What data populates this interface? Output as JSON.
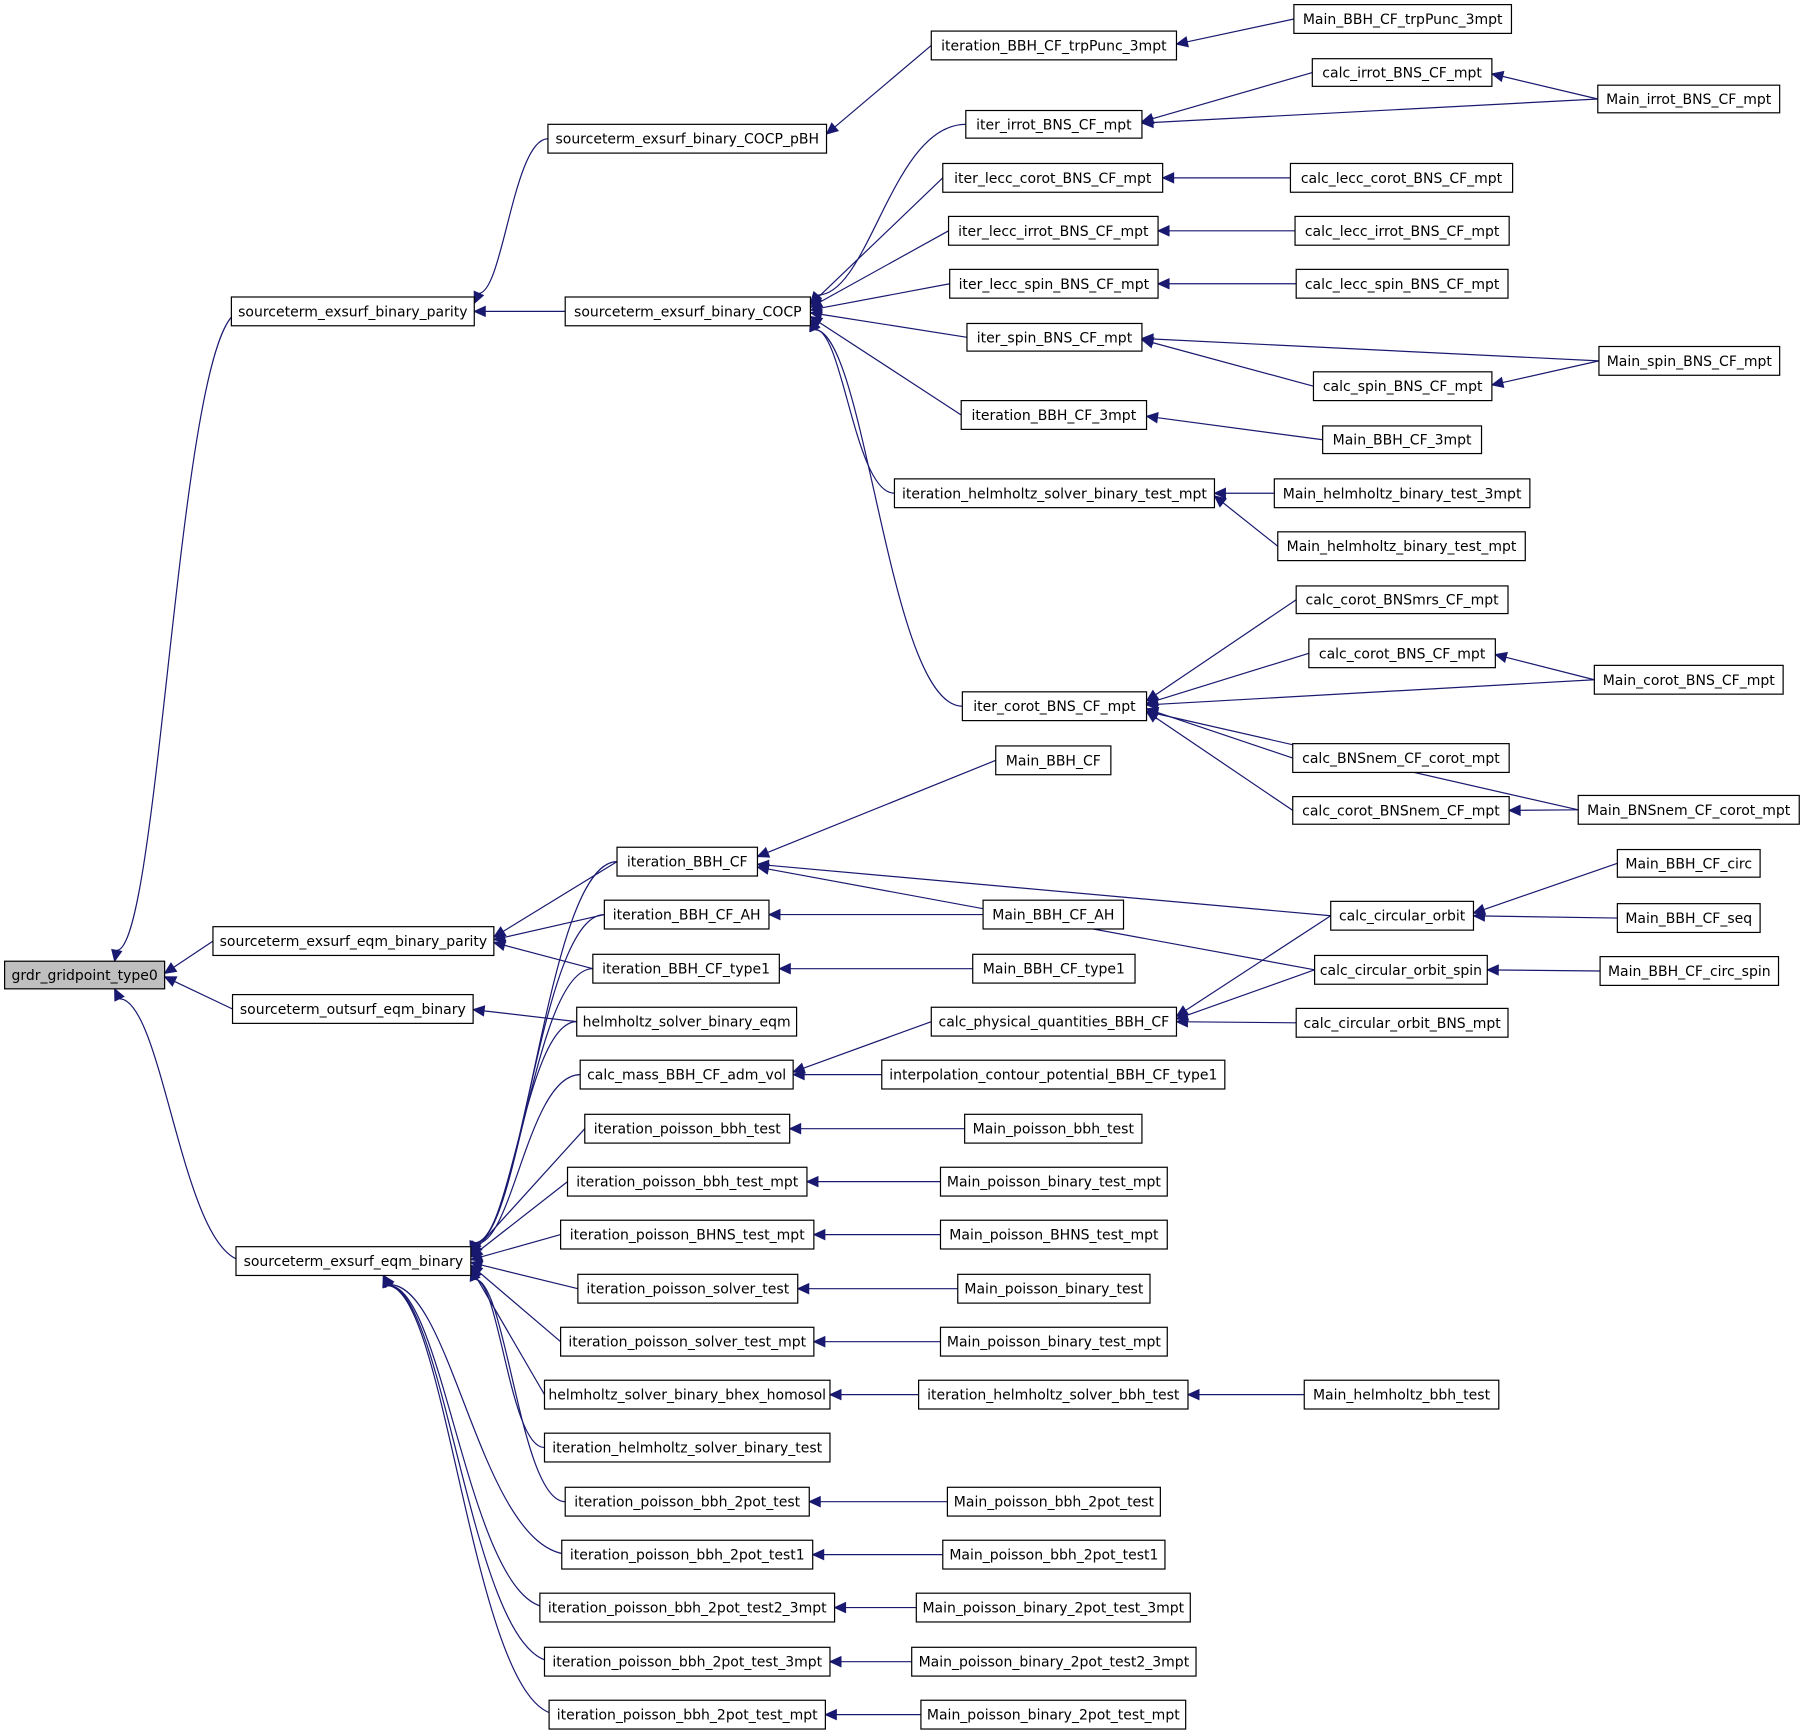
{
  "graph": {
    "type": "call-graph",
    "direction": "callers-of-root",
    "colors": {
      "edge": "#191970",
      "root_fill": "#bfbfbf",
      "node_fill": "#ffffff",
      "node_border": "#000000"
    },
    "root": "grdr",
    "nodes": [
      {
        "id": "grdr",
        "label": "grdr_gridpoint_type0"
      },
      {
        "id": "sebp",
        "label": "sourceterm_exsurf_binary_parity"
      },
      {
        "id": "pbh",
        "label": "sourceterm_exsurf_binary_COCP_pBH"
      },
      {
        "id": "cocp",
        "label": "sourceterm_exsurf_binary_COCP"
      },
      {
        "id": "seqp",
        "label": "sourceterm_exsurf_eqm_binary_parity"
      },
      {
        "id": "soeq",
        "label": "sourceterm_outsurf_eqm_binary"
      },
      {
        "id": "seeq",
        "label": "sourceterm_exsurf_eqm_binary"
      },
      {
        "id": "itrp",
        "label": "iteration_BBH_CF_trpPunc_3mpt"
      },
      {
        "id": "iirr",
        "label": "iter_irrot_BNS_CF_mpt"
      },
      {
        "id": "ilco",
        "label": "iter_lecc_corot_BNS_CF_mpt"
      },
      {
        "id": "ilir",
        "label": "iter_lecc_irrot_BNS_CF_mpt"
      },
      {
        "id": "ilsp",
        "label": "iter_lecc_spin_BNS_CF_mpt"
      },
      {
        "id": "ispn",
        "label": "iter_spin_BNS_CF_mpt"
      },
      {
        "id": "i3mp",
        "label": "iteration_BBH_CF_3mpt"
      },
      {
        "id": "ihbt",
        "label": "iteration_helmholtz_solver_binary_test_mpt"
      },
      {
        "id": "icor",
        "label": "iter_corot_BNS_CF_mpt"
      },
      {
        "id": "mbbh",
        "label": "Main_BBH_CF"
      },
      {
        "id": "ibbh",
        "label": "iteration_BBH_CF"
      },
      {
        "id": "ibah",
        "label": "iteration_BBH_CF_AH"
      },
      {
        "id": "ibt1",
        "label": "iteration_BBH_CF_type1"
      },
      {
        "id": "hsbe",
        "label": "helmholtz_solver_binary_eqm"
      },
      {
        "id": "cmas",
        "label": "calc_mass_BBH_CF_adm_vol"
      },
      {
        "id": "ipbt",
        "label": "iteration_poisson_bbh_test"
      },
      {
        "id": "ipbm",
        "label": "iteration_poisson_bbh_test_mpt"
      },
      {
        "id": "iphn",
        "label": "iteration_poisson_BHNS_test_mpt"
      },
      {
        "id": "ipst",
        "label": "iteration_poisson_solver_test"
      },
      {
        "id": "ipsm",
        "label": "iteration_poisson_solver_test_mpt"
      },
      {
        "id": "hbhx",
        "label": "helmholtz_solver_binary_bhex_homosol"
      },
      {
        "id": "ihst",
        "label": "iteration_helmholtz_solver_binary_test"
      },
      {
        "id": "i2pt",
        "label": "iteration_poisson_bbh_2pot_test"
      },
      {
        "id": "i2p1",
        "label": "iteration_poisson_bbh_2pot_test1"
      },
      {
        "id": "i2p23",
        "label": "iteration_poisson_bbh_2pot_test2_3mpt"
      },
      {
        "id": "i2p3",
        "label": "iteration_poisson_bbh_2pot_test_3mpt"
      },
      {
        "id": "i2pm",
        "label": "iteration_poisson_bbh_2pot_test_mpt"
      },
      {
        "id": "mbah",
        "label": "Main_BBH_CF_AH"
      },
      {
        "id": "mbt1",
        "label": "Main_BBH_CF_type1"
      },
      {
        "id": "cphy",
        "label": "calc_physical_quantities_BBH_CF"
      },
      {
        "id": "intp",
        "label": "interpolation_contour_potential_BBH_CF_type1"
      },
      {
        "id": "mpbt",
        "label": "Main_poisson_bbh_test"
      },
      {
        "id": "mpbm",
        "label": "Main_poisson_binary_test_mpt"
      },
      {
        "id": "mphn",
        "label": "Main_poisson_BHNS_test_mpt"
      },
      {
        "id": "mpbn",
        "label": "Main_poisson_binary_test"
      },
      {
        "id": "mpbm2",
        "label": "Main_poisson_binary_test_mpt"
      },
      {
        "id": "ihbb",
        "label": "iteration_helmholtz_solver_bbh_test"
      },
      {
        "id": "m2pt",
        "label": "Main_poisson_bbh_2pot_test"
      },
      {
        "id": "m2p1",
        "label": "Main_poisson_bbh_2pot_test1"
      },
      {
        "id": "m2p3",
        "label": "Main_poisson_binary_2pot_test_3mpt"
      },
      {
        "id": "m2p23",
        "label": "Main_poisson_binary_2pot_test2_3mpt"
      },
      {
        "id": "m2pm",
        "label": "Main_poisson_binary_2pot_test_mpt"
      },
      {
        "id": "mtrp",
        "label": "Main_BBH_CF_trpPunc_3mpt"
      },
      {
        "id": "cirr",
        "label": "calc_irrot_BNS_CF_mpt"
      },
      {
        "id": "clco",
        "label": "calc_lecc_corot_BNS_CF_mpt"
      },
      {
        "id": "clir",
        "label": "calc_lecc_irrot_BNS_CF_mpt"
      },
      {
        "id": "clsp",
        "label": "calc_lecc_spin_BNS_CF_mpt"
      },
      {
        "id": "cspn",
        "label": "calc_spin_BNS_CF_mpt"
      },
      {
        "id": "m3mp",
        "label": "Main_BBH_CF_3mpt"
      },
      {
        "id": "mhb3",
        "label": "Main_helmholtz_binary_test_3mpt"
      },
      {
        "id": "mhbm",
        "label": "Main_helmholtz_binary_test_mpt"
      },
      {
        "id": "cmrs",
        "label": "calc_corot_BNSmrs_CF_mpt"
      },
      {
        "id": "ccbn",
        "label": "calc_corot_BNS_CF_mpt"
      },
      {
        "id": "cnco",
        "label": "calc_BNSnem_CF_corot_mpt"
      },
      {
        "id": "ccne",
        "label": "calc_corot_BNSnem_CF_mpt"
      },
      {
        "id": "ccir",
        "label": "calc_circular_orbit"
      },
      {
        "id": "ccis",
        "label": "calc_circular_orbit_spin"
      },
      {
        "id": "ccib",
        "label": "calc_circular_orbit_BNS_mpt"
      },
      {
        "id": "mhbb",
        "label": "Main_helmholtz_bbh_test"
      },
      {
        "id": "mirr",
        "label": "Main_irrot_BNS_CF_mpt"
      },
      {
        "id": "mspn",
        "label": "Main_spin_BNS_CF_mpt"
      },
      {
        "id": "mcor",
        "label": "Main_corot_BNS_CF_mpt"
      },
      {
        "id": "mnem",
        "label": "Main_BNSnem_CF_corot_mpt"
      },
      {
        "id": "mcirc",
        "label": "Main_BBH_CF_circ"
      },
      {
        "id": "mseq",
        "label": "Main_BBH_CF_seq"
      },
      {
        "id": "mcsp",
        "label": "Main_BBH_CF_circ_spin"
      }
    ],
    "edges": [
      [
        "sebp",
        "grdr"
      ],
      [
        "seqp",
        "grdr"
      ],
      [
        "soeq",
        "grdr"
      ],
      [
        "seeq",
        "grdr"
      ],
      [
        "pbh",
        "sebp"
      ],
      [
        "cocp",
        "sebp"
      ],
      [
        "itrp",
        "pbh"
      ],
      [
        "mtrp",
        "itrp"
      ],
      [
        "iirr",
        "cocp"
      ],
      [
        "ilco",
        "cocp"
      ],
      [
        "ilir",
        "cocp"
      ],
      [
        "ilsp",
        "cocp"
      ],
      [
        "ispn",
        "cocp"
      ],
      [
        "i3mp",
        "cocp"
      ],
      [
        "ihbt",
        "cocp"
      ],
      [
        "icor",
        "cocp"
      ],
      [
        "cirr",
        "iirr"
      ],
      [
        "mirr",
        "iirr"
      ],
      [
        "mirr",
        "cirr"
      ],
      [
        "clco",
        "ilco"
      ],
      [
        "clir",
        "ilir"
      ],
      [
        "clsp",
        "ilsp"
      ],
      [
        "mspn",
        "ispn"
      ],
      [
        "cspn",
        "ispn"
      ],
      [
        "mspn",
        "cspn"
      ],
      [
        "m3mp",
        "i3mp"
      ],
      [
        "mhb3",
        "ihbt"
      ],
      [
        "mhbm",
        "ihbt"
      ],
      [
        "cmrs",
        "icor"
      ],
      [
        "ccbn",
        "icor"
      ],
      [
        "mcor",
        "icor"
      ],
      [
        "cnco",
        "icor"
      ],
      [
        "ccne",
        "icor"
      ],
      [
        "mnem",
        "icor"
      ],
      [
        "mcor",
        "ccbn"
      ],
      [
        "mnem",
        "ccne"
      ],
      [
        "mbbh",
        "ibbh"
      ],
      [
        "ccir",
        "ibbh"
      ],
      [
        "ccis",
        "ibbh"
      ],
      [
        "ibbh",
        "seqp"
      ],
      [
        "ibah",
        "seqp"
      ],
      [
        "ibt1",
        "seqp"
      ],
      [
        "hsbe",
        "soeq"
      ],
      [
        "ibbh",
        "seeq"
      ],
      [
        "ibah",
        "seeq"
      ],
      [
        "ibt1",
        "seeq"
      ],
      [
        "hsbe",
        "seeq"
      ],
      [
        "cmas",
        "seeq"
      ],
      [
        "ipbt",
        "seeq"
      ],
      [
        "ipbm",
        "seeq"
      ],
      [
        "iphn",
        "seeq"
      ],
      [
        "ipst",
        "seeq"
      ],
      [
        "ipsm",
        "seeq"
      ],
      [
        "hbhx",
        "seeq"
      ],
      [
        "ihst",
        "seeq"
      ],
      [
        "i2pt",
        "seeq"
      ],
      [
        "i2p1",
        "seeq"
      ],
      [
        "i2p23",
        "seeq"
      ],
      [
        "i2p3",
        "seeq"
      ],
      [
        "i2pm",
        "seeq"
      ],
      [
        "mbah",
        "ibah"
      ],
      [
        "mbt1",
        "ibt1"
      ],
      [
        "cphy",
        "cmas"
      ],
      [
        "intp",
        "cmas"
      ],
      [
        "ccir",
        "cphy"
      ],
      [
        "ccis",
        "cphy"
      ],
      [
        "ccib",
        "cphy"
      ],
      [
        "mcirc",
        "ccir"
      ],
      [
        "mseq",
        "ccir"
      ],
      [
        "mcsp",
        "ccis"
      ],
      [
        "mpbt",
        "ipbt"
      ],
      [
        "mpbm",
        "ipbm"
      ],
      [
        "mphn",
        "iphn"
      ],
      [
        "mpbn",
        "ipst"
      ],
      [
        "mpbm2",
        "ipsm"
      ],
      [
        "ihbb",
        "hbhx"
      ],
      [
        "mhbb",
        "ihbb"
      ],
      [
        "m2pt",
        "i2pt"
      ],
      [
        "m2p1",
        "i2p1"
      ],
      [
        "m2p3",
        "i2p23"
      ],
      [
        "m2p23",
        "i2p3"
      ],
      [
        "m2pm",
        "i2pm"
      ]
    ]
  }
}
